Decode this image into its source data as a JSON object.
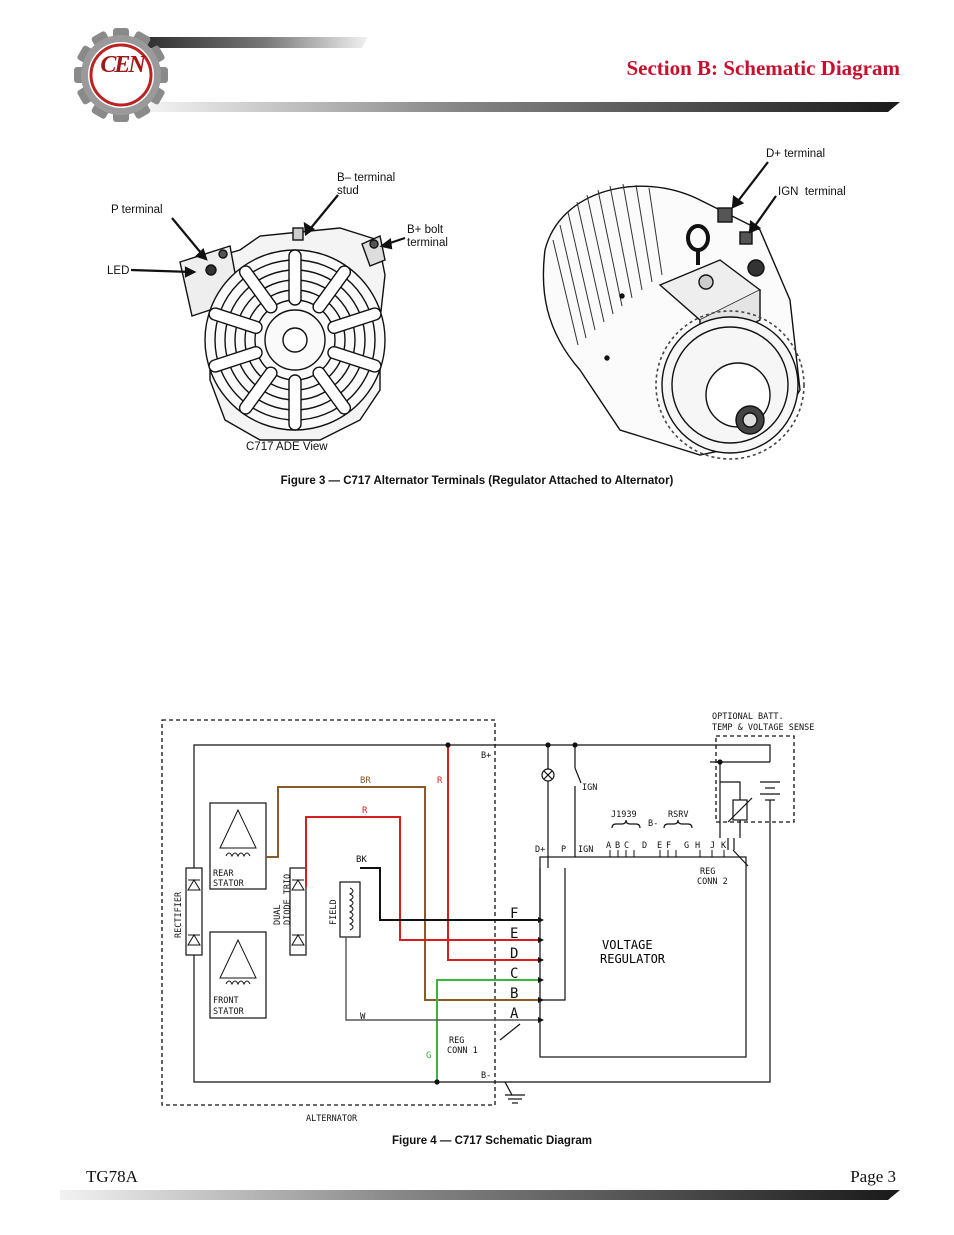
{
  "header": {
    "logo_text": "CEN",
    "title": "Section B: Schematic Diagram"
  },
  "figure3": {
    "labels": {
      "b_minus_line1": "B– terminal",
      "b_minus_line2": "stud",
      "p_terminal": "P terminal",
      "b_plus_line1": "B+ bolt",
      "b_plus_line2": "terminal",
      "led": "LED",
      "ade_view": "C717 ADE View",
      "d_plus": "D+ terminal",
      "ign": "IGN  terminal"
    },
    "caption": "Figure 3 — C717 Alternator Terminals (Regulator Attached to Alternator)"
  },
  "figure4": {
    "caption": "Figure 4 — C717 Schematic Diagram",
    "optional_line1": "OPTIONAL BATT.",
    "optional_line2": "TEMP & VOLTAGE SENSE",
    "b_plus": "B+",
    "b_minus": "B-",
    "br": "BR",
    "r1": "R",
    "r2": "R",
    "bk": "BK",
    "w": "W",
    "g": "G",
    "ign_switch": "IGN",
    "j1939": "J1939",
    "rsrv": "RSRV",
    "bminus_small": "B-",
    "d_plus": "D+",
    "p": "P",
    "ign_term": "IGN",
    "pins": [
      "A",
      "B",
      "C",
      "D",
      "E",
      "F",
      "G",
      "H",
      "J",
      "K"
    ],
    "reg_conn2_line1": "REG",
    "reg_conn2_line2": "CONN 2",
    "reg_conn1_line1": "REG",
    "reg_conn1_line2": "CONN 1",
    "vr_line1": "VOLTAGE",
    "vr_line2": "REGULATOR",
    "conn_letters": [
      "F",
      "E",
      "D",
      "C",
      "B",
      "A"
    ],
    "rectifier": "RECTIFIER",
    "rear_stator_line1": "REAR",
    "rear_stator_line2": "STATOR",
    "front_stator_line1": "FRONT",
    "front_stator_line2": "STATOR",
    "dual_line1": "DUAL",
    "dual_line2": "DIODE TRIO",
    "field": "FIELD",
    "alternator": "ALTERNATOR"
  },
  "footer": {
    "doc": "TG78A",
    "page": "Page 3"
  }
}
